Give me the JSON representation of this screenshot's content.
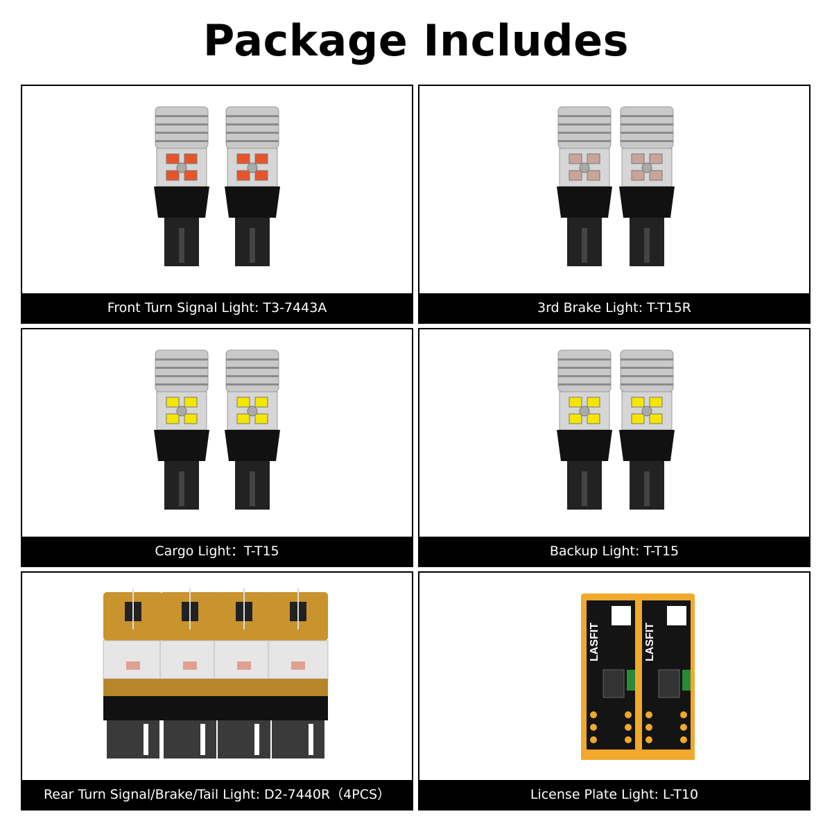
{
  "title": "Package Includes",
  "panels": [
    {
      "caption": "Front Turn Signal Light: T3-7443A",
      "bulb_style": "silver-wedge-amber-leds",
      "count": 2,
      "led_color": "#e8542a"
    },
    {
      "caption": "3rd Brake Light: T-T15R",
      "bulb_style": "silver-wedge-red-leds",
      "count": 2,
      "led_color": "#c9a49a"
    },
    {
      "caption": "Cargo Light：T-T15",
      "bulb_style": "silver-wedge-white-leds",
      "count": 2,
      "led_color": "#f5e600"
    },
    {
      "caption": "Backup Light: T-T15",
      "bulb_style": "silver-wedge-white-leds",
      "count": 2,
      "led_color": "#f5e600"
    },
    {
      "caption": "Rear Turn Signal/Brake/Tail Light: D2-7440R（4PCS）",
      "bulb_style": "gold-wedge",
      "count": 4,
      "led_color": "#e0a090"
    },
    {
      "caption": "License Plate Light: L-T10",
      "bulb_style": "t10-gold-pcb",
      "count": 2,
      "led_color": "#ffffff",
      "logo_text": "LASFIT"
    }
  ]
}
